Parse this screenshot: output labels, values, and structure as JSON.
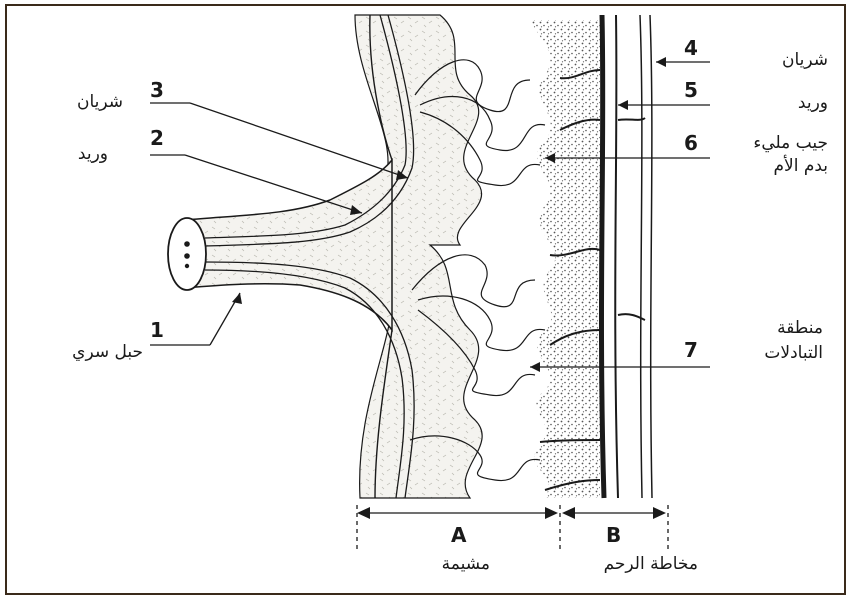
{
  "labels": {
    "n1": "1",
    "n2": "2",
    "n3": "3",
    "n4": "4",
    "n5": "5",
    "n6": "6",
    "n7": "7",
    "artery_left": "شريان",
    "vein_left": "وريد",
    "umbilical_cord": "حبل سري",
    "artery_right": "شريان",
    "vein_right": "وريد",
    "sinus_line1": "جيب مليء",
    "sinus_line2": "بدم الأم",
    "exchange_line1": "منطقة",
    "exchange_line2": "التبادلات",
    "section_a": "A",
    "section_b": "B",
    "placenta": "مشيمة",
    "uterine_mucosa": "مخاطة الرحم"
  },
  "colors": {
    "ink": "#1a1a1a",
    "tissue_fill": "#f4f3ef",
    "blood_dots": "#555555",
    "frame": "#3a2a1a"
  }
}
